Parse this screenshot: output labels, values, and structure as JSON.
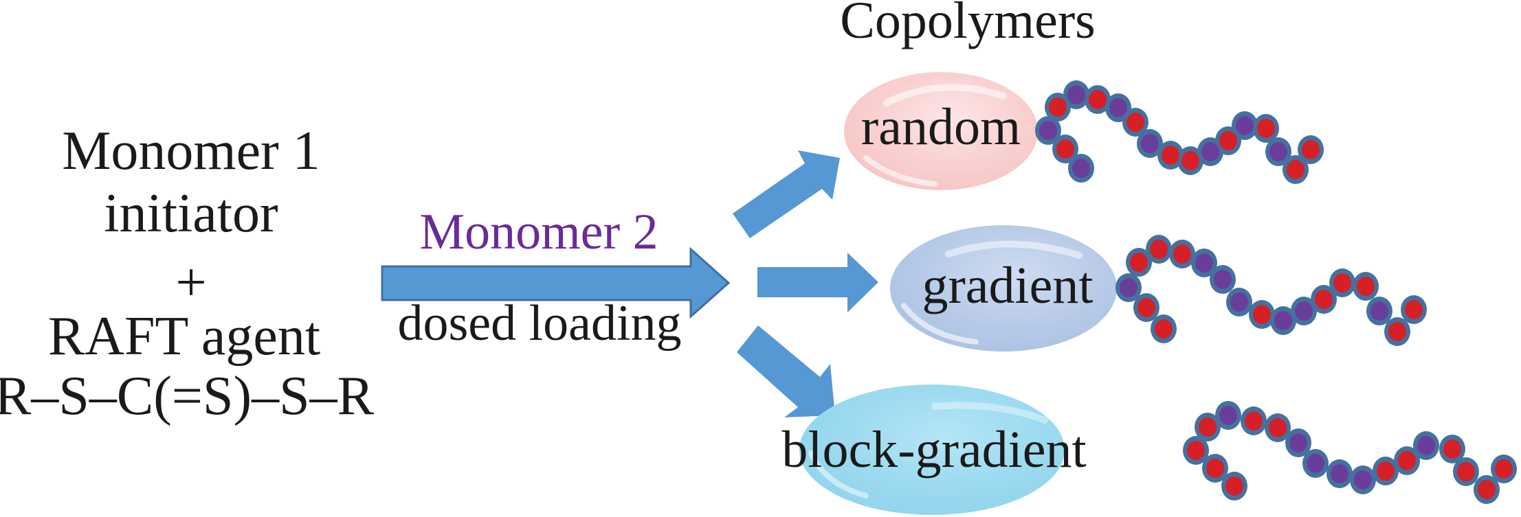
{
  "reactants": {
    "monomer1": "Monomer 1",
    "initiator": "initiator",
    "plus": "+",
    "raft_agent": "RAFT agent",
    "raft_formula": "R–S–C(=S)–S–R"
  },
  "process": {
    "monomer2": "Monomer 2",
    "method": "dosed loading"
  },
  "products": {
    "title": "Copolymers",
    "types": [
      {
        "label": "random",
        "sequence": [
          "M2",
          "M1",
          "M2",
          "M1",
          "M2",
          "M1",
          "M2",
          "M1",
          "M2",
          "M1",
          "M1",
          "M2",
          "M1",
          "M2",
          "M1",
          "M2",
          "M1",
          "M1"
        ]
      },
      {
        "label": "gradient",
        "sequence": [
          "M1",
          "M1",
          "M2",
          "M1",
          "M1",
          "M1",
          "M2",
          "M2",
          "M2",
          "M1",
          "M2",
          "M2",
          "M1",
          "M1",
          "M1",
          "M2",
          "M1",
          "M1"
        ]
      },
      {
        "label": "block-gradient",
        "sequence": [
          "M1",
          "M1",
          "M1",
          "M1",
          "M2",
          "M1",
          "M1",
          "M2",
          "M2",
          "M2",
          "M2",
          "M1",
          "M1",
          "M2",
          "M1",
          "M1",
          "M1",
          "M1"
        ]
      }
    ]
  },
  "colors": {
    "monomer1": "#e3141c",
    "monomer2": "#6a2a98",
    "bead_M1": "#d61f26",
    "bead_M2": "#6b3d9a",
    "bead_shell": "#44719f",
    "arrow_fill": "#5598d3",
    "arrow_stroke": "#3e6fa3",
    "ellipse_random": "#f7c9c9",
    "ellipse_gradient": "#b3c7e6",
    "ellipse_block_gradient": "#98d9ef"
  }
}
